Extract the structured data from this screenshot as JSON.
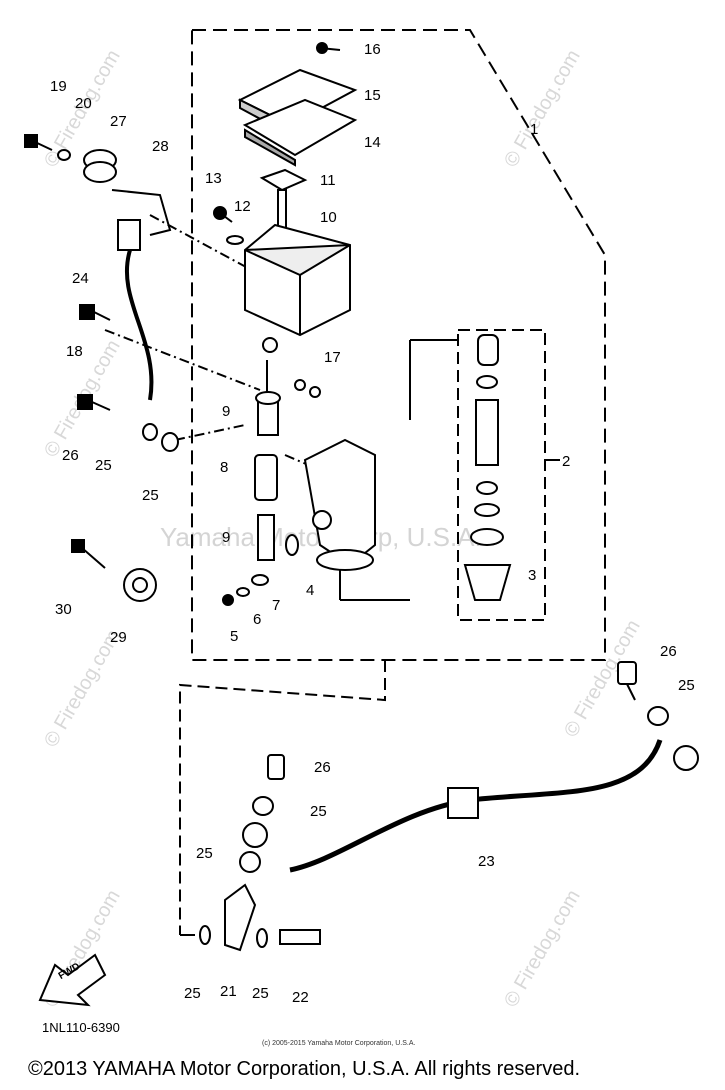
{
  "diagram": {
    "callouts": [
      "16",
      "15",
      "14",
      "11",
      "10",
      "13",
      "12",
      "1",
      "2",
      "3",
      "17",
      "4",
      "5",
      "6",
      "7",
      "8",
      "9",
      "9",
      "18",
      "19",
      "20",
      "27",
      "28",
      "24",
      "26",
      "25",
      "25",
      "30",
      "29",
      "26",
      "25",
      "26",
      "25",
      "25",
      "23",
      "21",
      "22",
      "25",
      "25"
    ],
    "diagram_code": "1NL110-6390",
    "fwd_label": "FWD",
    "small_credit": "(c) 2005-2015 Yamaha Motor Corporation, U.S.A.",
    "watermark_center": "Yamaha Motor Corp, U.S.A.",
    "watermark_site": "© Firedog.com",
    "copyright": "©2013 YAMAHA Motor Corporation, U.S.A. All rights reserved."
  }
}
